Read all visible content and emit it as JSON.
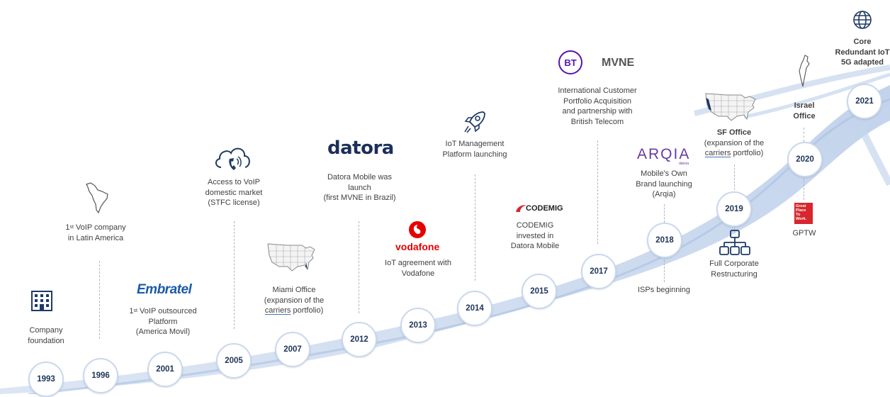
{
  "years": [
    "1993",
    "1996",
    "2001",
    "2005",
    "2007",
    "2012",
    "2013",
    "2014",
    "2015",
    "2017",
    "2018",
    "2019",
    "2020",
    "2021"
  ],
  "milestones": {
    "m1993": [
      "Company",
      "foundation"
    ],
    "m1996": [
      "VoIP company",
      "in Latin America"
    ],
    "m1996_prefix": "1",
    "m1996_sup": "st",
    "m2001": [
      "VoIP outsourced",
      "Platform",
      "(America Movil)"
    ],
    "m2001_prefix": "1",
    "m2001_sup": "st",
    "m2005": [
      "Access to VoIP",
      "domestic market",
      "(STFC license)"
    ],
    "m2007": [
      "Miami Office",
      "(expansion of the",
      "carriers",
      " portfolio)"
    ],
    "m2012": [
      "Datora Mobile was",
      "launch",
      "(first MVNE in Brazil)"
    ],
    "m2013": [
      "IoT agreement with",
      "Vodafone"
    ],
    "m2014": [
      "IoT Management",
      "Platform launching"
    ],
    "m2015": [
      "CODEMIG",
      "invested in",
      "Datora Mobile"
    ],
    "m2017": [
      "International Customer",
      "Portfolio Acquisition",
      "and partnership with",
      "British Telecom"
    ],
    "m2018_top": [
      "Mobile's Own",
      "Brand launching",
      "(Arqia)"
    ],
    "m2018_bottom": "ISPs beginning",
    "m2019_top": [
      "SF Office",
      "(expansion of the",
      "carriers",
      " portfolio)"
    ],
    "m2019_bottom": [
      "Full Corporate",
      "Restructuring"
    ],
    "m2020_top": [
      "Israel",
      "Office"
    ],
    "m2020_bottom": "GPTW",
    "m2021": [
      "Core",
      "Redundant IoT",
      "5G adapted"
    ]
  },
  "logos": {
    "embratel": "Embratel",
    "datora": "datora",
    "vodafone": "vodafone",
    "codemig": "CODEMIG",
    "bt": "BT",
    "mvne": "MVNE",
    "arqia": "ARQIA",
    "arqia_sub": "datora",
    "gptw": [
      "Great",
      "Place",
      "To",
      "Work."
    ]
  },
  "colors": {
    "ribbon": "#c5d5ec",
    "ribbon_dark": "#a9c0e2",
    "year_text": "#1e3558",
    "vodafone_red": "#e60000",
    "embratel_blue": "#1b5aa6",
    "datora_navy": "#1c2f5a",
    "bt_purple": "#5514b4",
    "arqia_purple": "#6a3aa0",
    "gptw_red": "#d7262e"
  },
  "icons": [
    "office-building-icon",
    "latin-america-map-icon",
    "cloud-phone-icon",
    "usa-map-icon",
    "rocket-icon",
    "usa-map-sf-icon",
    "israel-map-icon",
    "globe-icon",
    "org-chart-icon"
  ]
}
